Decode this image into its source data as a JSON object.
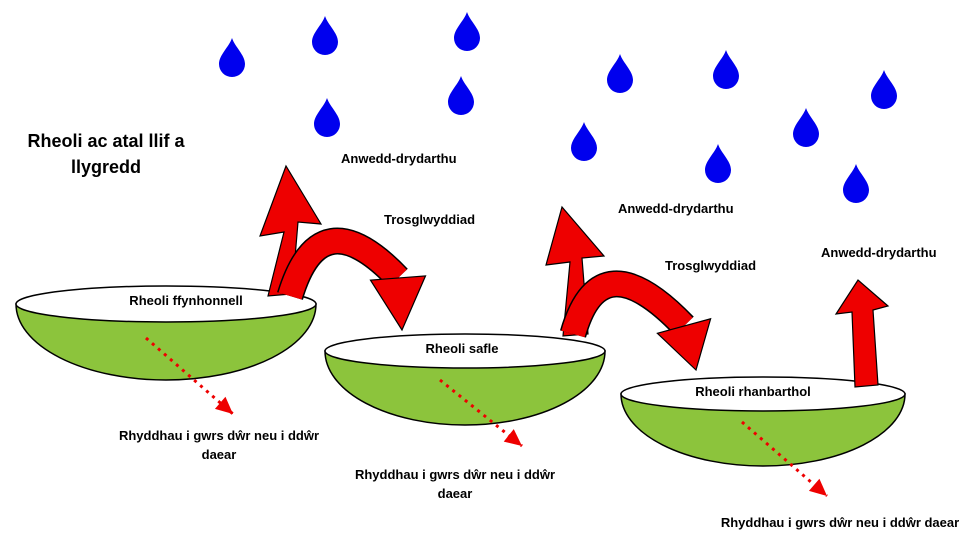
{
  "title": "Rheoli ac atal llif a llygredd",
  "evaporation_label": "Anwedd-drydarthu",
  "transfer_label": "Trosglwyddiad",
  "discharge_label": "Rhyddhau i gwrs dŵr neu i ddŵr daear",
  "basins": [
    {
      "label": "Rheoli ffynhonnell"
    },
    {
      "label": "Rheoli safle"
    },
    {
      "label": "Rheoli rhanbarthol"
    }
  ],
  "colors": {
    "rain": "#0000ee",
    "arrow": "#ee0000",
    "basin_fill": "#8cc43c",
    "basin_rim": "#ffffff",
    "outline": "#000000"
  }
}
